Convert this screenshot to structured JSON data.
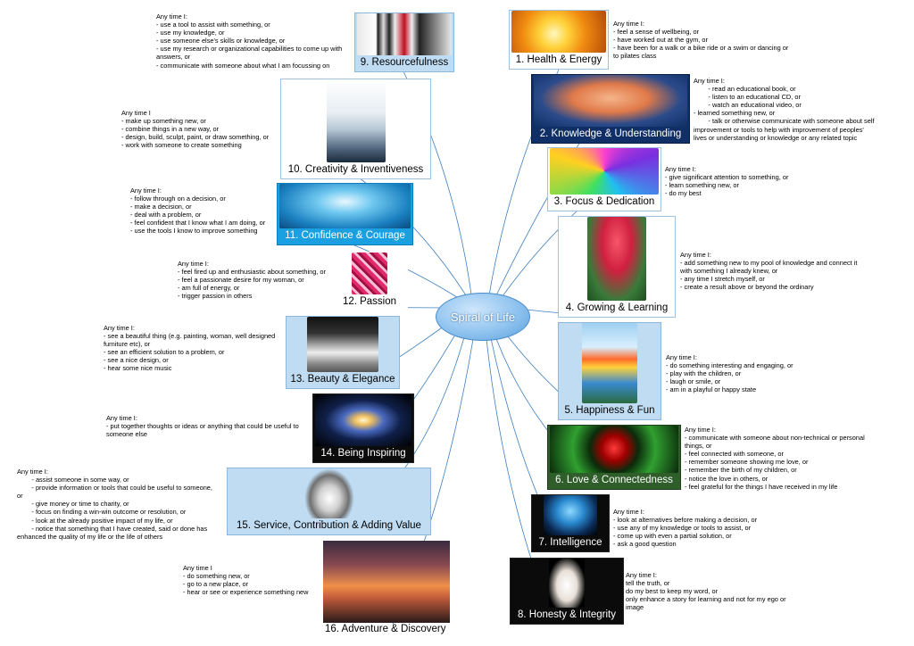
{
  "center": "Spiral of Life",
  "nodes": {
    "n1": {
      "label": "1. Health & Energy",
      "icon": "sparkler-icon"
    },
    "n2": {
      "label": "2. Knowledge & Understanding",
      "icon": "brain-icon"
    },
    "n3": {
      "label": "3. Focus & Dedication",
      "icon": "tunnel-icon"
    },
    "n4": {
      "label": "4. Growing & Learning",
      "icon": "tulips-icon"
    },
    "n5": {
      "label": "5. Happiness & Fun",
      "icon": "sailboat-icon"
    },
    "n6": {
      "label": "6. Love & Connectedness",
      "icon": "neon-heart-icon"
    },
    "n7": {
      "label": "7. Intelligence",
      "icon": "robot-head-icon"
    },
    "n8": {
      "label": "8. Honesty & Integrity",
      "icon": "palm-hand-icon"
    },
    "n9": {
      "label": "9. Resourcefulness",
      "icon": "tools-icon"
    },
    "n10": {
      "label": "10. Creativity & Inventiveness",
      "icon": "tree-sketch-icon"
    },
    "n11": {
      "label": "11. Confidence & Courage",
      "icon": "raised-arms-icon"
    },
    "n12": {
      "label": "12. Passion",
      "icon": "abstract-pattern-icon"
    },
    "n13": {
      "label": "13. Beauty & Elegance",
      "icon": "body-curve-icon"
    },
    "n14": {
      "label": "14. Being Inspiring",
      "icon": "galaxy-icon"
    },
    "n15": {
      "label": "15. Service, Contribution & Adding Value",
      "icon": "service-bell-icon"
    },
    "n16": {
      "label": "16. Adventure & Discovery",
      "icon": "sunset-coast-icon"
    }
  },
  "notes": {
    "n1": "Any time I:\n- feel a sense of wellbeing, or\n- have worked out at the gym, or\n- have been for a walk or a bike ride or a swim or dancing or\nto pilates class",
    "n2": "Any time I:\n        - read an educational book, or\n        - listen to an educational CD, or\n        - watch an educational video, or\n- learned something new, or\n        - talk or otherwise communicate with someone about self\nimprovement or tools to help with improvement of peoples'\nlives or understanding or knowledge or any related topic",
    "n3": "Any time I:\n- give significant attention to something, or\n- learn something new, or\n- do my best",
    "n4": "Any time I:\n- add something new to my pool of knowledge and connect it\nwith something I already knew, or\n- any time I stretch myself, or\n- create a result above or beyond the ordinary",
    "n5": "Any time I:\n- do something interesting and engaging, or\n- play with the children, or\n- laugh or smile, or\n- am in a playful or happy state",
    "n6": "Any time I:\n- communicate with someone about non-technical or personal\nthings, or\n- feel connected with someone, or\n- remember someone showing me love, or\n- remember the birth of my children, or\n- notice the love in others, or\n- feel grateful for the things I have received in my life",
    "n7": "Any time I:\n- look at alternatives before making a decision, or\n- use any of my knowledge or tools to assist, or\n- come up with even a partial solution, or\n- ask a good question",
    "n8": "Any time I:\ntell the truth, or\ndo my best to keep my word, or\nonly enhance a story for learning and not for my ego or\nimage",
    "n9": "Any time I:\n- use a tool to assist with something, or\n- use my knowledge, or\n- use someone else's skills or knowledge, or\n- use my research or organizational capabilities to come up with\nanswers, or\n- communicate with someone about what I am focussing on",
    "n10": "Any time I\n- make up something new, or\n- combine things in a new way, or\n- design, build, sculpt, paint, or draw something, or\n- work with someone to create something",
    "n11": "Any time I:\n- follow through on a decision, or\n- make a decision, or\n- deal with a problem, or\n- feel confident that I know what I am doing, or\n- use the tools I know to improve something",
    "n12": "Any time I:\n- feel fired up and enthusiastic about something, or\n- feel a passionate desire for my woman, or\n- am full of energy, or\n- trigger passion in others",
    "n13": "Any time I:\n- see a beautiful thing (e.g. painting, woman, well designed\nfurniture etc), or\n- see an efficient solution to a problem, or\n- see a nice design, or\n- hear some nice music",
    "n14": "Any time I:\n- put together thoughts or ideas or anything that could be useful to\nsomeone else",
    "n15": "Any time I:\n        - assist someone in some way, or\n        - provide information or tools that could be useful to someone,\nor\n        - give money or time to charity, or\n        - focus on finding a win-win outcome or resolution, or\n        - look at the already positive impact of my life, or\n        - notice that something that I have created, said or done has\nenhanced the quality of my life or the life of others",
    "n16": "Any time I\n- do something new, or\n- go to a new place, or\n- hear or see or experience something new"
  },
  "colors": {
    "connector": "#3d7fc1",
    "center_fill": "#8fc3ef",
    "node_border": "#9ec2e0",
    "node_blue_fill": "#bfdcf3"
  }
}
